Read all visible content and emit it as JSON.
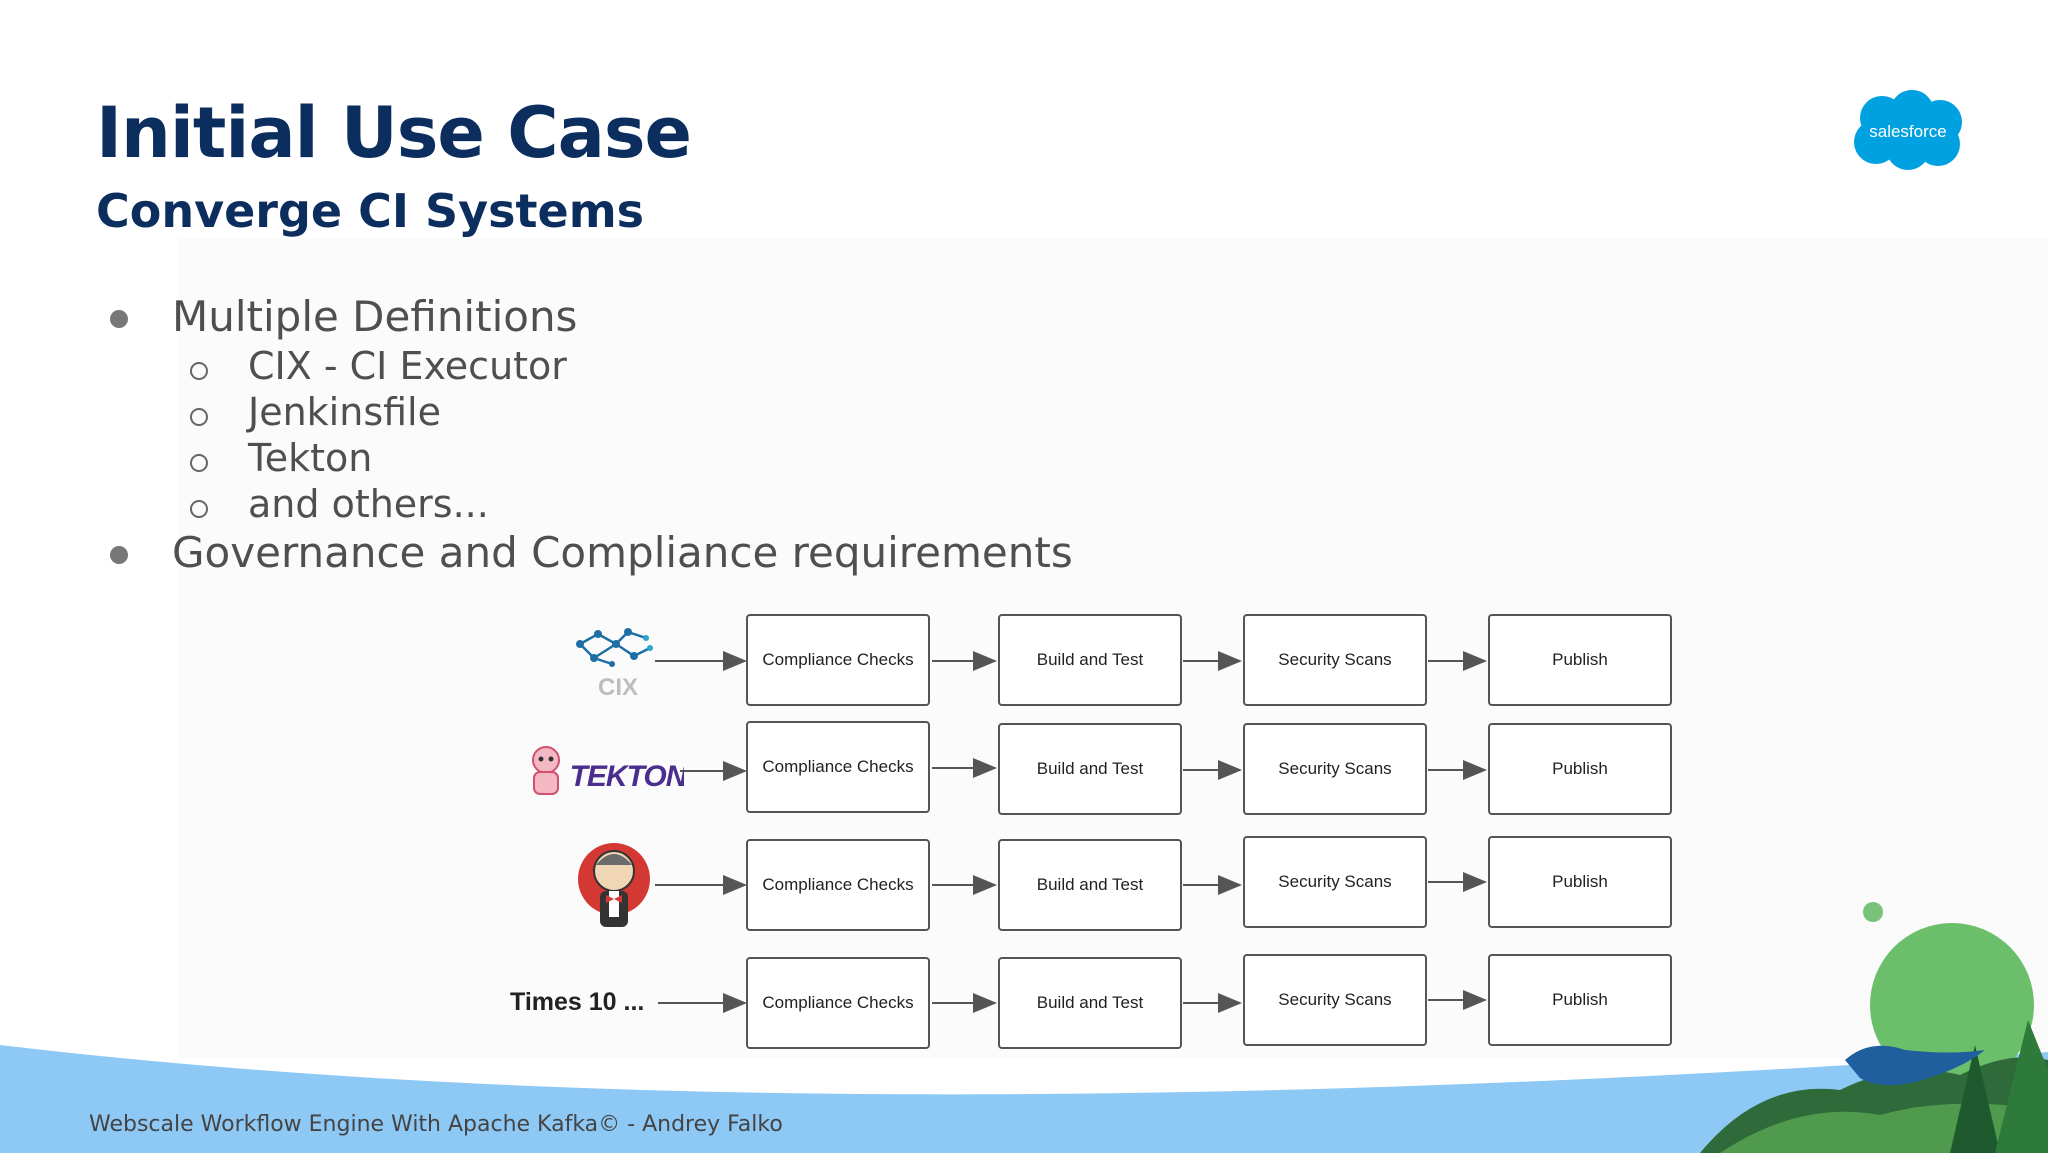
{
  "slide": {
    "title": "Initial Use Case",
    "subtitle": "Converge CI Systems",
    "logo_text": "salesforce",
    "bullets": [
      {
        "text": "Multiple Definitions",
        "sub": [
          "CIX - CI Executor",
          "Jenkinsfile",
          "Tekton",
          "and others..."
        ]
      },
      {
        "text": "Governance and Compliance requirements",
        "sub": []
      }
    ],
    "footer": "Webscale Workflow Engine With Apache Kafka© - Andrey Falko"
  },
  "diagram": {
    "sources": [
      {
        "icon": "cix-logo-icon",
        "label": "CIX"
      },
      {
        "icon": "tekton-logo-icon",
        "label": "TEKTON"
      },
      {
        "icon": "jenkins-logo-icon",
        "label": ""
      },
      {
        "icon": "",
        "label": "Times 10 ..."
      }
    ],
    "stages": [
      "Compliance Checks",
      "Build and Test",
      "Security Scans",
      "Publish"
    ]
  },
  "colors": {
    "title": "#0b2e5e",
    "body_text": "#4f4f4f",
    "sky_blue": "#8ec9f5",
    "salesforce_blue": "#00a1e0",
    "green": "#6cbf6a"
  }
}
